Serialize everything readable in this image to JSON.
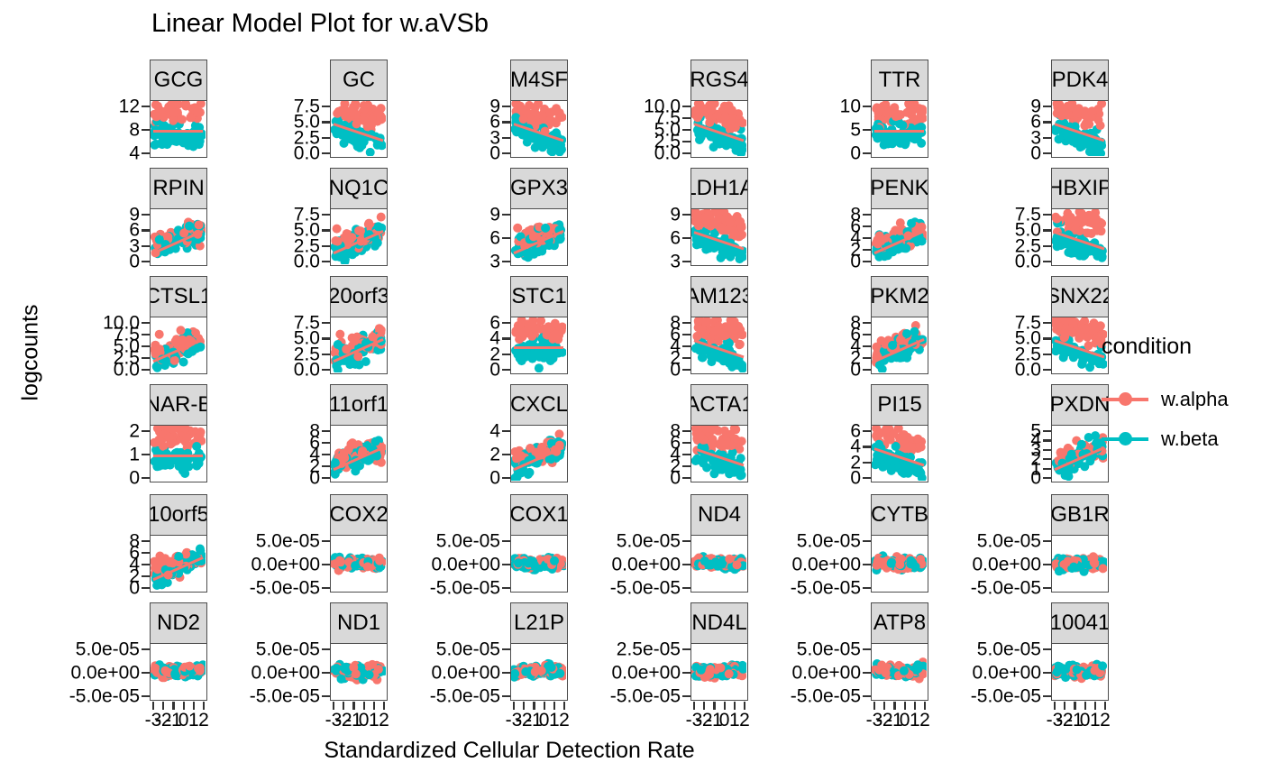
{
  "title": "Linear Model Plot for w.aVSb",
  "axes": {
    "x_title": "Standardized Cellular Detection Rate",
    "y_title": "logcounts"
  },
  "legend": {
    "title": "condition",
    "items": [
      {
        "label": "w.alpha",
        "color": "#F8766D"
      },
      {
        "label": "w.beta",
        "color": "#00BFC4"
      }
    ]
  },
  "colors": {
    "alpha": "#F8766D",
    "beta": "#00BFC4",
    "strip_bg": "#D9D9D9",
    "panel_border": "#4D4D4D"
  },
  "x_ticks": [
    "-3",
    "-2",
    "-1",
    "0",
    "1",
    "2"
  ],
  "chart_data": {
    "type": "scatter",
    "title": "Linear Model Plot for w.aVSb",
    "xlabel": "Standardized Cellular Detection Rate",
    "ylabel": "logcounts",
    "legend_position": "right",
    "grid": false,
    "xlim": [
      -3.6,
      2.6
    ],
    "series": [
      "w.alpha",
      "w.beta"
    ],
    "facets": [
      {
        "label": "GCG",
        "yticks": [
          "12",
          "8",
          "4"
        ],
        "ylim": [
          2,
          14
        ],
        "fit": "flat"
      },
      {
        "label": "GC",
        "yticks": [
          "7.5",
          "5.0",
          "2.5",
          "0.0"
        ],
        "ylim": [
          0,
          8.6
        ],
        "fit": "down"
      },
      {
        "label": "M4SF",
        "yticks": [
          "9",
          "6",
          "3",
          "0"
        ],
        "ylim": [
          0,
          10
        ],
        "fit": "down"
      },
      {
        "label": "RGS4",
        "yticks": [
          "10.0",
          "7.5",
          "5.0",
          "2.5",
          "0.0"
        ],
        "ylim": [
          0,
          11
        ],
        "fit": "down"
      },
      {
        "label": "TTR",
        "yticks": [
          "10",
          "5",
          "0"
        ],
        "ylim": [
          0,
          13
        ],
        "fit": "flat"
      },
      {
        "label": "PDK4",
        "yticks": [
          "9",
          "6",
          "3",
          "0"
        ],
        "ylim": [
          0,
          10.5
        ],
        "fit": "down"
      },
      {
        "label": "RPIN",
        "yticks": [
          "9",
          "6",
          "3",
          "0"
        ],
        "ylim": [
          0,
          10.5
        ],
        "fit": "up"
      },
      {
        "label": "NQ1C",
        "yticks": [
          "7.5",
          "5.0",
          "2.5",
          "0.0"
        ],
        "ylim": [
          0,
          8.6
        ],
        "fit": "up"
      },
      {
        "label": "GPX3",
        "yticks": [
          "9",
          "6",
          "3"
        ],
        "ylim": [
          2,
          10.5
        ],
        "fit": "up"
      },
      {
        "label": "LDH1A",
        "yticks": [
          "9",
          "6",
          "3"
        ],
        "ylim": [
          2,
          10.5
        ],
        "fit": "down"
      },
      {
        "label": "PENK",
        "yticks": [
          "8",
          "6",
          "4",
          "2",
          "0"
        ],
        "ylim": [
          0,
          9
        ],
        "fit": "up"
      },
      {
        "label": "HBXIP",
        "yticks": [
          "7.5",
          "5.0",
          "2.5",
          "0.0"
        ],
        "ylim": [
          0,
          8.6
        ],
        "fit": "down"
      },
      {
        "label": "CTSL1",
        "yticks": [
          "10.0",
          "7.5",
          "5.0",
          "2.5",
          "0.0"
        ],
        "ylim": [
          0,
          11
        ],
        "fit": "up"
      },
      {
        "label": "20orf3",
        "yticks": [
          "7.5",
          "5.0",
          "2.5",
          "0.0"
        ],
        "ylim": [
          0,
          8.6
        ],
        "fit": "up"
      },
      {
        "label": "STC1",
        "yticks": [
          "6",
          "4",
          "2",
          "0"
        ],
        "ylim": [
          0,
          7
        ],
        "fit": "flat"
      },
      {
        "label": "AM123",
        "yticks": [
          "8",
          "6",
          "4",
          "2",
          "0"
        ],
        "ylim": [
          0,
          9
        ],
        "fit": "down"
      },
      {
        "label": "PKM2",
        "yticks": [
          "8",
          "6",
          "4",
          "2",
          "0"
        ],
        "ylim": [
          0,
          9
        ],
        "fit": "up"
      },
      {
        "label": "SNX22",
        "yticks": [
          "7.5",
          "5.0",
          "2.5",
          "0.0"
        ],
        "ylim": [
          0,
          8.6
        ],
        "fit": "down"
      },
      {
        "label": "NAR-B",
        "yticks": [
          "2",
          "1",
          "0"
        ],
        "ylim": [
          0,
          3
        ],
        "fit": "flat"
      },
      {
        "label": "11orf1",
        "yticks": [
          "8",
          "6",
          "4",
          "2",
          "0"
        ],
        "ylim": [
          0,
          9
        ],
        "fit": "up"
      },
      {
        "label": "CXCL",
        "yticks": [
          "4",
          "2",
          "0"
        ],
        "ylim": [
          0,
          5
        ],
        "fit": "up"
      },
      {
        "label": "ACTA1",
        "yticks": [
          "8",
          "6",
          "4",
          "2",
          "0"
        ],
        "ylim": [
          0,
          9
        ],
        "fit": "down"
      },
      {
        "label": "PI15",
        "yticks": [
          "6",
          "4",
          "2",
          "0"
        ],
        "ylim": [
          0,
          7
        ],
        "fit": "down"
      },
      {
        "label": "PXDN",
        "yticks": [
          "5",
          "4",
          "3",
          "2",
          "1",
          "0"
        ],
        "ylim": [
          0,
          6
        ],
        "fit": "up"
      },
      {
        "label": "10orf5",
        "yticks": [
          "8",
          "6",
          "4",
          "2",
          "0"
        ],
        "ylim": [
          0,
          9
        ],
        "fit": "up"
      },
      {
        "label": "COX2",
        "yticks": [
          "5.0e-05",
          "0.0e+00",
          "-5.0e-05"
        ],
        "ylim": [
          -6e-05,
          6e-05
        ],
        "fit": "flat"
      },
      {
        "label": "COX1",
        "yticks": [
          "5.0e-05",
          "0.0e+00",
          "-5.0e-05"
        ],
        "ylim": [
          -6e-05,
          6e-05
        ],
        "fit": "flat"
      },
      {
        "label": "ND4",
        "yticks": [
          "5.0e-05",
          "0.0e+00",
          "-5.0e-05"
        ],
        "ylim": [
          -6e-05,
          6e-05
        ],
        "fit": "flat"
      },
      {
        "label": "CYTB",
        "yticks": [
          "5.0e-05",
          "0.0e+00",
          "-5.0e-05"
        ],
        "ylim": [
          -6e-05,
          6e-05
        ],
        "fit": "flat"
      },
      {
        "label": "GB1R",
        "yticks": [
          "5.0e-05",
          "0.0e+00",
          "-5.0e-05"
        ],
        "ylim": [
          -6e-05,
          6e-05
        ],
        "fit": "flat"
      },
      {
        "label": "ND2",
        "yticks": [
          "5.0e-05",
          "0.0e+00",
          "-5.0e-05"
        ],
        "ylim": [
          -6e-05,
          6e-05
        ],
        "fit": "flat"
      },
      {
        "label": "ND1",
        "yticks": [
          "5.0e-05",
          "0.0e+00",
          "-5.0e-05"
        ],
        "ylim": [
          -6e-05,
          6e-05
        ],
        "fit": "flat"
      },
      {
        "label": "L21P",
        "yticks": [
          "5.0e-05",
          "0.0e+00",
          "-5.0e-05"
        ],
        "ylim": [
          -6e-05,
          6e-05
        ],
        "fit": "flat"
      },
      {
        "label": "ND4L",
        "yticks": [
          "2.5e-05",
          "0.0e+00",
          "-5.0e-05"
        ],
        "ylim": [
          -6e-05,
          6e-05
        ],
        "fit": "flat"
      },
      {
        "label": "ATP8",
        "yticks": [
          "5.0e-05",
          "0.0e+00",
          "-5.0e-05"
        ],
        "ylim": [
          -6e-05,
          6e-05
        ],
        "fit": "flat"
      },
      {
        "label": "10041",
        "yticks": [
          "5.0e-05",
          "0.0e+00",
          "-5.0e-05"
        ],
        "ylim": [
          -6e-05,
          6e-05
        ],
        "fit": "flat"
      }
    ]
  }
}
